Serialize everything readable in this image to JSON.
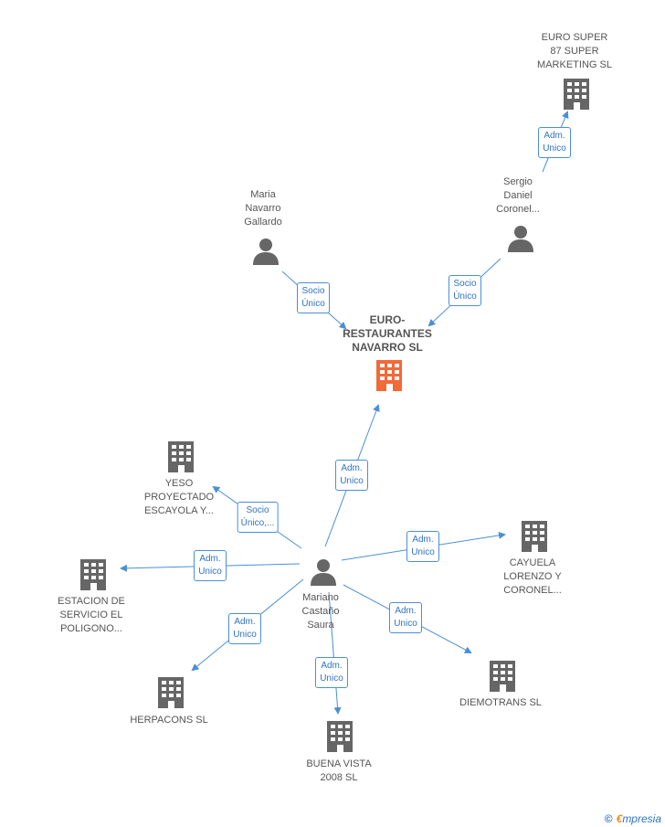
{
  "colors": {
    "edge": "#4a8fd6",
    "company": "#666666",
    "main_company": "#f26a38",
    "person": "#666666"
  },
  "nodes": {
    "main": {
      "label": "EURO-\nRESTAURANTES\nNAVARRO SL",
      "icon": "building-icon"
    },
    "euro_super": {
      "label": "EURO SUPER\n87 SUPER\nMARKETING  SL",
      "icon": "building-icon"
    },
    "sergio": {
      "label": "Sergio\nDaniel\nCoronel...",
      "icon": "person-icon"
    },
    "maria": {
      "label": "Maria\nNavarro\nGallardo",
      "icon": "person-icon"
    },
    "mariano": {
      "label": "Mariano\nCastaño\nSaura",
      "icon": "person-icon"
    },
    "yeso": {
      "label": "YESO\nPROYECTADO\nESCAYOLA Y...",
      "icon": "building-icon"
    },
    "estacion": {
      "label": "ESTACION DE\nSERVICIO EL\nPOLIGONO...",
      "icon": "building-icon"
    },
    "herpacons": {
      "label": "HERPACONS SL",
      "icon": "building-icon"
    },
    "buena_vista": {
      "label": "BUENA VISTA\n2008 SL",
      "icon": "building-icon"
    },
    "diemotrans": {
      "label": "DIEMOTRANS SL",
      "icon": "building-icon"
    },
    "cayuela": {
      "label": "CAYUELA\nLORENZO Y\nCORONEL...",
      "icon": "building-icon"
    }
  },
  "edges": {
    "sergio_euro": "Adm.\nUnico",
    "sergio_main": "Socio\nÚnico",
    "maria_main": "Socio\nÚnico",
    "mariano_main": "Adm.\nUnico",
    "mariano_yeso": "Socio\nÚnico,...",
    "mariano_estacion": "Adm.\nUnico",
    "mariano_herpacons": "Adm.\nUnico",
    "mariano_buena": "Adm.\nUnico",
    "mariano_diemo": "Adm.\nUnico",
    "mariano_cayuela": "Adm.\nUnico"
  },
  "footer": {
    "copyright": "©",
    "brand_initial": "€",
    "brand_rest": "mpresia"
  }
}
